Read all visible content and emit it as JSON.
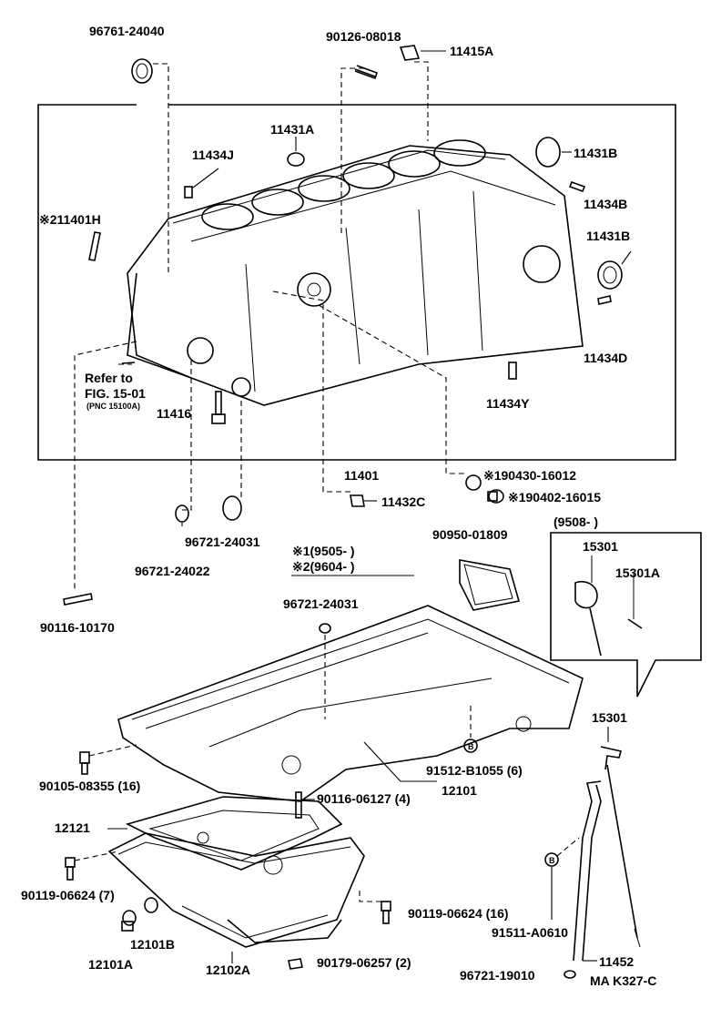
{
  "labels": {
    "p96761_24040": "96761-24040",
    "p90126_08018": "90126-08018",
    "p11415A": "11415A",
    "p11431A": "11431A",
    "p11434J": "11434J",
    "p11431B_top": "11431B",
    "p11434B": "11434B",
    "p11401H": "※211401H",
    "p11431B_mid": "11431B",
    "p11434D": "11434D",
    "refer_line1": "Refer to",
    "refer_line2": "FIG. 15-01",
    "refer_line3": "(PNC 15100A)",
    "p11416": "11416",
    "p11434Y": "11434Y",
    "p11401": "11401",
    "p190430": "※190430-16012",
    "p11432C": "11432C",
    "p190402": "※190402-16015",
    "p96721_24031_a": "96721-24031",
    "p96721_24022": "96721-24022",
    "note1": "※1(9505-      )",
    "note2": "※2(9604-      )",
    "p90950_01809": "90950-01809",
    "inset_date": "(9508-        )",
    "p15301_inset": "15301",
    "p15301A": "15301A",
    "p96721_24031_b": "96721-24031",
    "p90116_10170": "90116-10170",
    "p15301": "15301",
    "p90105_08355": "90105-08355 (16)",
    "p91512_B1055": "91512-B1055 (6)",
    "p90116_06127": "90116-06127 (4)",
    "p12101": "12101",
    "p12121": "12121",
    "p90119_06624_7": "90119-06624 (7)",
    "p90119_06624_16": "90119-06624 (16)",
    "p91511_A0610": "91511-A0610",
    "p12101B": "12101B",
    "p12101A": "12101A",
    "p12102A": "12102A",
    "p90179_06257": "90179-06257 (2)",
    "p11452": "11452",
    "p96721_19010": "96721-19010",
    "ref_code": "MA K327-C",
    "circle_B": "B"
  }
}
